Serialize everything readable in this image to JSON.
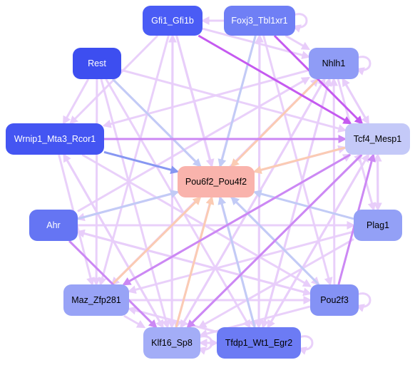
{
  "nodes": [
    {
      "id": "Gfi1_Gfi1b",
      "label": "Gfi1_Gfi1b",
      "color": "#4a5cf5",
      "text_color": "#ffffff"
    },
    {
      "id": "Foxj3_Tbl1xr1",
      "label": "Foxj3_Tbl1xr1",
      "color": "#6f7ff5",
      "text_color": "#ffffff"
    },
    {
      "id": "Rest",
      "label": "Rest",
      "color": "#3d4ef0",
      "text_color": "#ffffff"
    },
    {
      "id": "Nhlh1",
      "label": "Nhlh1",
      "color": "#8f9cf6",
      "text_color": "#000000"
    },
    {
      "id": "Wrnip1_Mta3_Rcor1",
      "label": "Wrnip1_Mta3_Rcor1",
      "color": "#4455f2",
      "text_color": "#ffffff"
    },
    {
      "id": "Tcf4_Mesp1",
      "label": "Tcf4_Mesp1",
      "color": "#c4c9f8",
      "text_color": "#000000"
    },
    {
      "id": "Pou6f2_Pou4f2",
      "label": "Pou6f2_Pou4f2",
      "color": "#f9b3ac",
      "text_color": "#000000"
    },
    {
      "id": "Ahr",
      "label": "Ahr",
      "color": "#6575f3",
      "text_color": "#ffffff"
    },
    {
      "id": "Plag1",
      "label": "Plag1",
      "color": "#93a0f6",
      "text_color": "#000000"
    },
    {
      "id": "Maz_Zfp281",
      "label": "Maz_Zfp281",
      "color": "#98a3f6",
      "text_color": "#000000"
    },
    {
      "id": "Pou2f3",
      "label": "Pou2f3",
      "color": "#8492f5",
      "text_color": "#000000"
    },
    {
      "id": "Klf16_Sp8",
      "label": "Klf16_Sp8",
      "color": "#a3adf7",
      "text_color": "#000000"
    },
    {
      "id": "Tfdp1_Wt1_Egr2",
      "label": "Tfdp1_Wt1_Egr2",
      "color": "#6c7bf4",
      "text_color": "#000000"
    }
  ],
  "edge_colors": {
    "lavender": "#e8cdfa",
    "violet": "#cc88f4",
    "purple": "#c55af0",
    "blue": "#8797f2",
    "light_blue": "#c2cbf6",
    "peach": "#fbcbb3"
  },
  "edges": [
    {
      "source": "Foxj3_Tbl1xr1",
      "target": "Gfi1_Gfi1b",
      "color": "lavender"
    },
    {
      "source": "Foxj3_Tbl1xr1",
      "target": "Foxj3_Tbl1xr1",
      "color": "lavender"
    },
    {
      "source": "Foxj3_Tbl1xr1",
      "target": "Nhlh1",
      "color": "lavender"
    },
    {
      "source": "Foxj3_Tbl1xr1",
      "target": "Tcf4_Mesp1",
      "color": "purple"
    },
    {
      "source": "Foxj3_Tbl1xr1",
      "target": "Pou6f2_Pou4f2",
      "color": "light_blue"
    },
    {
      "source": "Foxj3_Tbl1xr1",
      "target": "Tfdp1_Wt1_Egr2",
      "color": "lavender"
    },
    {
      "source": "Foxj3_Tbl1xr1",
      "target": "Pou2f3",
      "color": "lavender"
    },
    {
      "source": "Foxj3_Tbl1xr1",
      "target": "Klf16_Sp8",
      "color": "lavender"
    },
    {
      "source": "Gfi1_Gfi1b",
      "target": "Tcf4_Mesp1",
      "color": "purple"
    },
    {
      "source": "Gfi1_Gfi1b",
      "target": "Wrnip1_Mta3_Rcor1",
      "color": "lavender"
    },
    {
      "source": "Gfi1_Gfi1b",
      "target": "Klf16_Sp8",
      "color": "lavender"
    },
    {
      "source": "Gfi1_Gfi1b",
      "target": "Maz_Zfp281",
      "color": "lavender"
    },
    {
      "source": "Gfi1_Gfi1b",
      "target": "Pou6f2_Pou4f2",
      "color": "lavender"
    },
    {
      "source": "Gfi1_Gfi1b",
      "target": "Nhlh1",
      "color": "lavender"
    },
    {
      "source": "Gfi1_Gfi1b",
      "target": "Tfdp1_Wt1_Egr2",
      "color": "lavender"
    },
    {
      "source": "Rest",
      "target": "Pou6f2_Pou4f2",
      "color": "light_blue"
    },
    {
      "source": "Rest",
      "target": "Klf16_Sp8",
      "color": "lavender"
    },
    {
      "source": "Rest",
      "target": "Tcf4_Mesp1",
      "color": "lavender"
    },
    {
      "source": "Rest",
      "target": "Wrnip1_Mta3_Rcor1",
      "color": "lavender"
    },
    {
      "source": "Rest",
      "target": "Maz_Zfp281",
      "color": "lavender"
    },
    {
      "source": "Rest",
      "target": "Tfdp1_Wt1_Egr2",
      "color": "lavender"
    },
    {
      "source": "Rest",
      "target": "Pou2f3",
      "color": "lavender"
    },
    {
      "source": "Nhlh1",
      "target": "Nhlh1",
      "color": "lavender"
    },
    {
      "source": "Nhlh1",
      "target": "Tcf4_Mesp1",
      "color": "lavender"
    },
    {
      "source": "Nhlh1",
      "target": "Klf16_Sp8",
      "color": "lavender"
    },
    {
      "source": "Nhlh1",
      "target": "Maz_Zfp281",
      "color": "lavender"
    },
    {
      "source": "Nhlh1",
      "target": "Pou6f2_Pou4f2",
      "color": "peach"
    },
    {
      "source": "Nhlh1",
      "target": "Tfdp1_Wt1_Egr2",
      "color": "lavender"
    },
    {
      "source": "Nhlh1",
      "target": "Plag1",
      "color": "lavender"
    },
    {
      "source": "Nhlh1",
      "target": "Wrnip1_Mta3_Rcor1",
      "color": "lavender"
    },
    {
      "source": "Wrnip1_Mta3_Rcor1",
      "target": "Tcf4_Mesp1",
      "color": "violet"
    },
    {
      "source": "Wrnip1_Mta3_Rcor1",
      "target": "Pou6f2_Pou4f2",
      "color": "blue"
    },
    {
      "source": "Wrnip1_Mta3_Rcor1",
      "target": "Klf16_Sp8",
      "color": "lavender"
    },
    {
      "source": "Wrnip1_Mta3_Rcor1",
      "target": "Maz_Zfp281",
      "color": "lavender"
    },
    {
      "source": "Wrnip1_Mta3_Rcor1",
      "target": "Pou2f3",
      "color": "lavender"
    },
    {
      "source": "Tcf4_Mesp1",
      "target": "Plag1",
      "color": "lavender"
    },
    {
      "source": "Tcf4_Mesp1",
      "target": "Klf16_Sp8",
      "color": "violet"
    },
    {
      "source": "Tcf4_Mesp1",
      "target": "Maz_Zfp281",
      "color": "violet"
    },
    {
      "source": "Tcf4_Mesp1",
      "target": "Pou6f2_Pou4f2",
      "color": "peach"
    },
    {
      "source": "Tcf4_Mesp1",
      "target": "Ahr",
      "color": "lavender"
    },
    {
      "source": "Tcf4_Mesp1",
      "target": "Tfdp1_Wt1_Egr2",
      "color": "lavender"
    },
    {
      "source": "Tcf4_Mesp1",
      "target": "Nhlh1",
      "color": "lavender"
    },
    {
      "source": "Ahr",
      "target": "Pou6f2_Pou4f2",
      "color": "light_blue"
    },
    {
      "source": "Ahr",
      "target": "Tcf4_Mesp1",
      "color": "lavender"
    },
    {
      "source": "Ahr",
      "target": "Pou2f3",
      "color": "lavender"
    },
    {
      "source": "Ahr",
      "target": "Klf16_Sp8",
      "color": "violet"
    },
    {
      "source": "Ahr",
      "target": "Plag1",
      "color": "lavender"
    },
    {
      "source": "Ahr",
      "target": "Nhlh1",
      "color": "lavender"
    },
    {
      "source": "Plag1",
      "target": "Pou6f2_Pou4f2",
      "color": "light_blue"
    },
    {
      "source": "Plag1",
      "target": "Tcf4_Mesp1",
      "color": "lavender"
    },
    {
      "source": "Plag1",
      "target": "Klf16_Sp8",
      "color": "lavender"
    },
    {
      "source": "Plag1",
      "target": "Maz_Zfp281",
      "color": "lavender"
    },
    {
      "source": "Maz_Zfp281",
      "target": "Pou6f2_Pou4f2",
      "color": "peach"
    },
    {
      "source": "Maz_Zfp281",
      "target": "Tcf4_Mesp1",
      "color": "lavender"
    },
    {
      "source": "Maz_Zfp281",
      "target": "Nhlh1",
      "color": "lavender"
    },
    {
      "source": "Maz_Zfp281",
      "target": "Pou2f3",
      "color": "lavender"
    },
    {
      "source": "Maz_Zfp281",
      "target": "Klf16_Sp8",
      "color": "lavender"
    },
    {
      "source": "Pou2f3",
      "target": "Pou2f3",
      "color": "lavender"
    },
    {
      "source": "Pou2f3",
      "target": "Pou6f2_Pou4f2",
      "color": "light_blue"
    },
    {
      "source": "Pou2f3",
      "target": "Tcf4_Mesp1",
      "color": "violet"
    },
    {
      "source": "Pou2f3",
      "target": "Klf16_Sp8",
      "color": "lavender"
    },
    {
      "source": "Pou2f3",
      "target": "Nhlh1",
      "color": "lavender"
    },
    {
      "source": "Pou2f3",
      "target": "Ahr",
      "color": "lavender"
    },
    {
      "source": "Klf16_Sp8",
      "target": "Klf16_Sp8",
      "color": "lavender"
    },
    {
      "source": "Klf16_Sp8",
      "target": "Pou6f2_Pou4f2",
      "color": "peach"
    },
    {
      "source": "Klf16_Sp8",
      "target": "Tcf4_Mesp1",
      "color": "lavender"
    },
    {
      "source": "Klf16_Sp8",
      "target": "Nhlh1",
      "color": "lavender"
    },
    {
      "source": "Klf16_Sp8",
      "target": "Tfdp1_Wt1_Egr2",
      "color": "lavender"
    },
    {
      "source": "Klf16_Sp8",
      "target": "Wrnip1_Mta3_Rcor1",
      "color": "lavender"
    },
    {
      "source": "Klf16_Sp8",
      "target": "Gfi1_Gfi1b",
      "color": "lavender"
    },
    {
      "source": "Tfdp1_Wt1_Egr2",
      "target": "Tfdp1_Wt1_Egr2",
      "color": "lavender"
    },
    {
      "source": "Tfdp1_Wt1_Egr2",
      "target": "Pou6f2_Pou4f2",
      "color": "light_blue"
    },
    {
      "source": "Tfdp1_Wt1_Egr2",
      "target": "Klf16_Sp8",
      "color": "lavender"
    },
    {
      "source": "Tfdp1_Wt1_Egr2",
      "target": "Tcf4_Mesp1",
      "color": "lavender"
    },
    {
      "source": "Tfdp1_Wt1_Egr2",
      "target": "Nhlh1",
      "color": "lavender"
    },
    {
      "source": "Tfdp1_Wt1_Egr2",
      "target": "Maz_Zfp281",
      "color": "lavender"
    },
    {
      "source": "Tfdp1_Wt1_Egr2",
      "target": "Foxj3_Tbl1xr1",
      "color": "lavender"
    }
  ]
}
